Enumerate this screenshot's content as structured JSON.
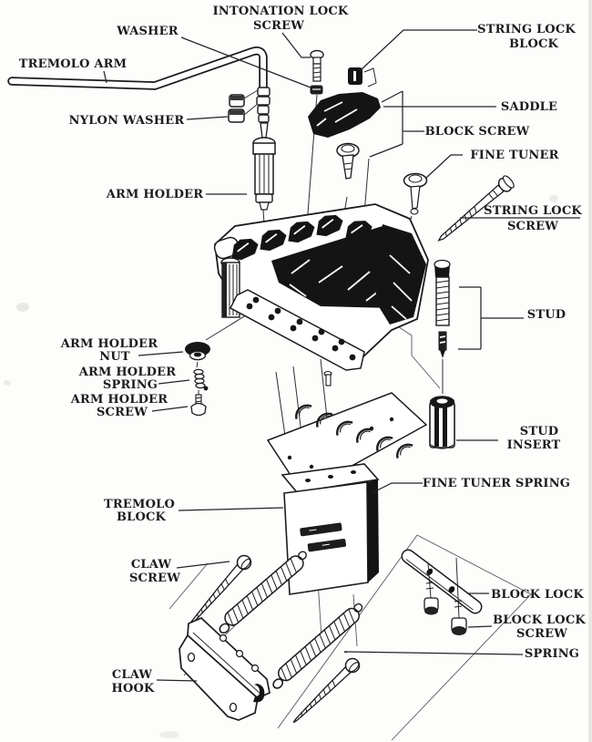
{
  "figure": {
    "type": "exploded-parts-diagram",
    "subject": "Guitar locking tremolo bridge assembly"
  },
  "colors": {
    "background": "#fdfdfb",
    "ink": "#1c1c1c"
  },
  "labels": {
    "tremolo_arm": {
      "text": "TREMOLO ARM"
    },
    "washer": {
      "text": "WASHER"
    },
    "intonation_lock_screw": {
      "line1": "INTONATION LOCK",
      "line2": "SCREW"
    },
    "string_lock_block": {
      "line1": "STRING LOCK",
      "line2": "BLOCK"
    },
    "nylon_washer": {
      "text": "NYLON WASHER"
    },
    "saddle": {
      "text": "SADDLE"
    },
    "block_screw": {
      "text": "BLOCK SCREW"
    },
    "fine_tuner": {
      "text": "FINE TUNER"
    },
    "arm_holder": {
      "text": "ARM HOLDER"
    },
    "string_lock_screw": {
      "line1": "STRING LOCK",
      "line2": "SCREW"
    },
    "stud": {
      "text": "STUD"
    },
    "arm_holder_nut": {
      "line1": "ARM HOLDER",
      "line2": "NUT"
    },
    "arm_holder_spring": {
      "line1": "ARM HOLDER",
      "line2": "SPRING"
    },
    "arm_holder_screw": {
      "line1": "ARM HOLDER",
      "line2": "SCREW"
    },
    "stud_insert": {
      "line1": "STUD",
      "line2": "INSERT"
    },
    "fine_tuner_spring": {
      "text": "FINE TUNER SPRING"
    },
    "tremolo_block": {
      "line1": "TREMOLO",
      "line2": "BLOCK"
    },
    "claw_screw": {
      "line1": "CLAW",
      "line2": "SCREW"
    },
    "block_lock": {
      "text": "BLOCK LOCK"
    },
    "block_lock_screw": {
      "line1": "BLOCK LOCK",
      "line2": "SCREW"
    },
    "spring": {
      "text": "SPRING"
    },
    "claw_hook": {
      "line1": "CLAW",
      "line2": "HOOK"
    }
  }
}
